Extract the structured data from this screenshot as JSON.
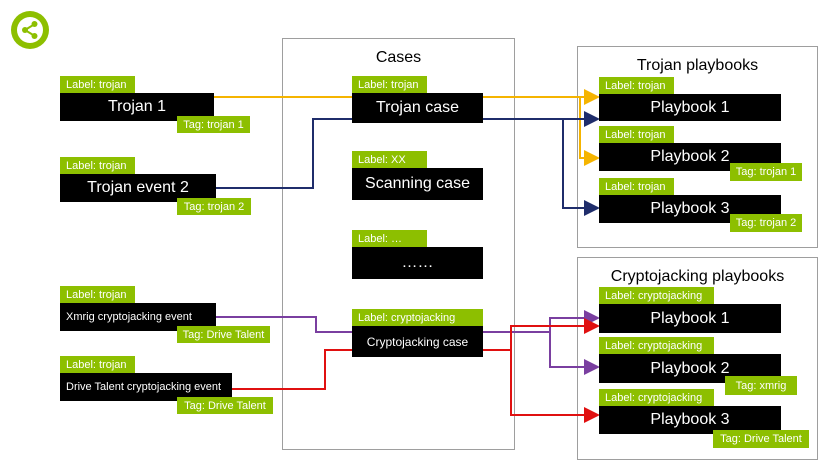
{
  "colors": {
    "green": "#8dbf00",
    "yellow": "#f5b400",
    "navy": "#1f2d6b",
    "purple": "#7a3fa0",
    "red": "#e01010"
  },
  "icon": "share-icon",
  "cases": {
    "title": "Cases",
    "items": [
      {
        "label": "Label: trojan",
        "name": "Trojan case"
      },
      {
        "label": "Label: XX",
        "name": "Scanning case"
      },
      {
        "label": "Label: …",
        "name": "……"
      },
      {
        "label": "Label: cryptojacking",
        "name": "Cryptojacking case"
      }
    ]
  },
  "events": [
    {
      "label": "Label: trojan",
      "name": "Trojan  1",
      "tag": "Tag: trojan 1"
    },
    {
      "label": "Label: trojan",
      "name": "Trojan event 2",
      "tag": "Tag: trojan 2"
    },
    {
      "label": "Label: trojan",
      "name": "Xmrig cryptojacking event",
      "tag": "Tag: Drive Talent"
    },
    {
      "label": "Label: trojan",
      "name": "Drive Talent cryptojacking event",
      "tag": "Tag: Drive Talent"
    }
  ],
  "trojan_playbooks": {
    "title": "Trojan playbooks",
    "items": [
      {
        "label": "Label: trojan",
        "name": "Playbook 1",
        "tag": ""
      },
      {
        "label": "Label: trojan",
        "name": "Playbook 2",
        "tag": "Tag: trojan 1"
      },
      {
        "label": "Label: trojan",
        "name": "Playbook 3",
        "tag": "Tag: trojan 2"
      }
    ]
  },
  "crypto_playbooks": {
    "title": "Cryptojacking playbooks",
    "items": [
      {
        "label": "Label: cryptojacking",
        "name": "Playbook 1",
        "tag": ""
      },
      {
        "label": "Label: cryptojacking",
        "name": "Playbook 2",
        "tag": "Tag: xmrig"
      },
      {
        "label": "Label: cryptojacking",
        "name": "Playbook 3",
        "tag": "Tag: Drive Talent"
      }
    ]
  }
}
